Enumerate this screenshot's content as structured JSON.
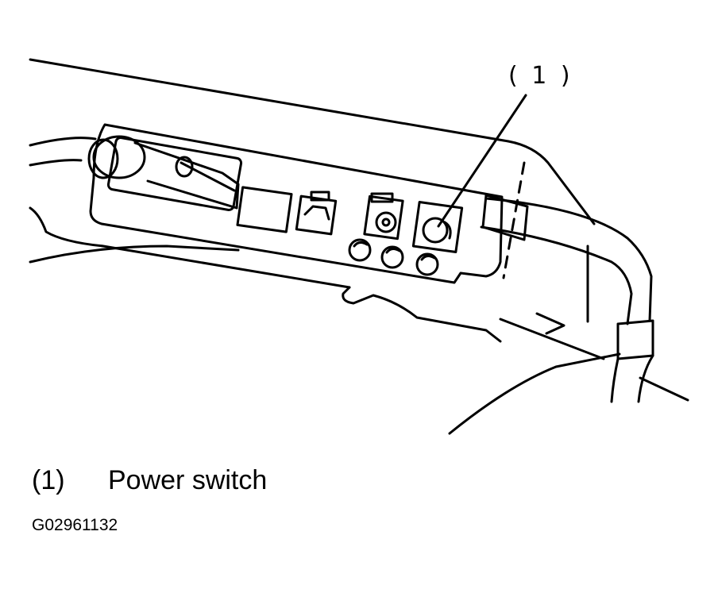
{
  "callout": {
    "label": "( 1 )"
  },
  "legend": {
    "number": "(1)",
    "text": "Power switch"
  },
  "figure_code": "G02961132",
  "colors": {
    "line": "#000000",
    "background": "#ffffff"
  }
}
